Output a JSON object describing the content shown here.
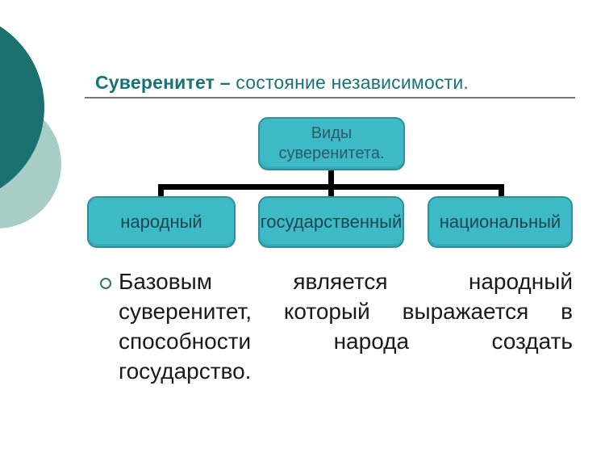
{
  "title": {
    "term": "Суверенитет –",
    "rest": " состояние независимости."
  },
  "diagram": {
    "root_label": "Виды суверенитета.",
    "children": [
      {
        "label": "народный"
      },
      {
        "label": "государственный"
      },
      {
        "label": "национальный"
      }
    ]
  },
  "body": {
    "lines": [
      "Базовым является народный",
      "суверенитет, который выражается в",
      "способности народа создать",
      "государство."
    ]
  },
  "colors": {
    "decor_circle_dark": "#1b7170",
    "decor_circle_light": "#a8cdc6",
    "title_text": "#17737a",
    "title_rule": "#757575",
    "box_fill": "#3dbac6",
    "box_border": "#2f8f9b",
    "box_text_root": "#2d5a68",
    "box_text_child": "#1e4651",
    "connector": "#000000",
    "body_text": "#1a1a1a",
    "bullet_outline": "#2f7361"
  }
}
